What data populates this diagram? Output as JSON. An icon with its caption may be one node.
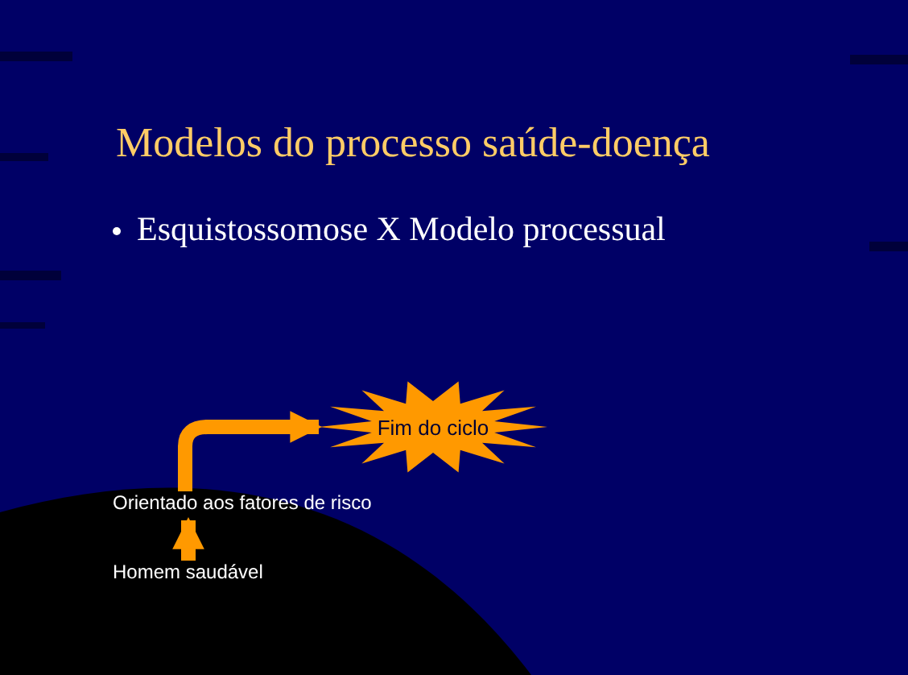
{
  "diagram": {
    "title": "Modelos do processo saúde-doença",
    "nodes": [
      {
        "text": [
          "Homem saudável"
        ]
      },
      {
        "text": [
          "Orientado aos fatores de risco"
        ]
      },
      {
        "text": [
          "Fim do ciclo"
        ]
      }
    ],
    "edges": [
      {
        "from": 0,
        "to": 1,
        "arrow": "to"
      },
      {
        "from": 1,
        "to": 2,
        "arrow": "to"
      }
    ],
    "labels": [
      "Esquistossomose X Modelo processual"
    ]
  }
}
